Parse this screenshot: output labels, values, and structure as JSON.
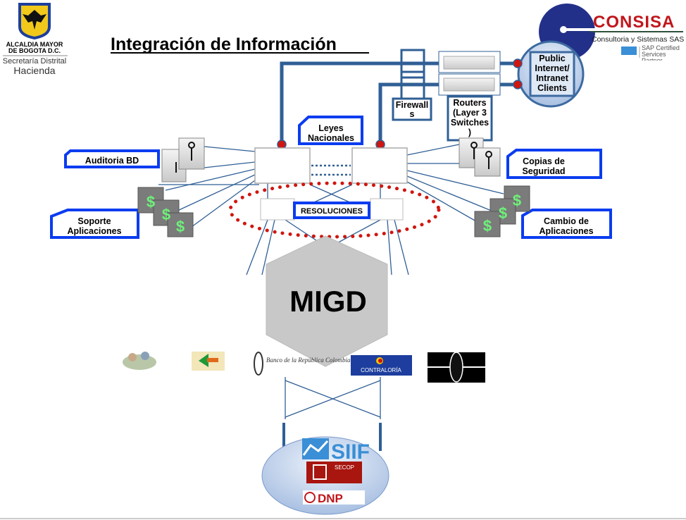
{
  "header": {
    "title": "Integración de Información",
    "org_logo": {
      "line1": "ALCALDIA MAYOR",
      "line2": "DE BOGOTA D.C.",
      "line3": "Secretaría Distrital",
      "line4": "Hacienda"
    },
    "partner_logo": {
      "name": "CONSISA",
      "subtitle": "Consultoria y Sistemas SAS",
      "certification": "SAP Certified Services Partner"
    }
  },
  "diagram": {
    "public_clients": "Public Internet/ Intranet Clients",
    "firewalls": [
      "Firewall",
      "s"
    ],
    "routers": [
      "Routers",
      "(Layer 3",
      "Switches",
      ")"
    ],
    "leyes": [
      "Leyes",
      "Nacionales"
    ],
    "resoluciones": "RESOLUCIONES",
    "auditoria": "Auditoria BD",
    "soporte": [
      "Soporte",
      "Aplicaciones"
    ],
    "copias": [
      "Copias de",
      "Seguridad"
    ],
    "cambio": [
      "Cambio de",
      "Aplicaciones"
    ],
    "core": "MIGD",
    "entities": {
      "contraloria": "CONTRALORÍA",
      "banco": "Banco de la República Colombia"
    },
    "bottom_systems": {
      "siif": "SIIF",
      "secop": "SECOP",
      "dnp": "DNP"
    }
  },
  "colors": {
    "accent_blue": "#0a3cf0",
    "line_blue": "#2f5f95",
    "dot_red": "#d0160f",
    "hex_gray": "#c8c8c8"
  }
}
